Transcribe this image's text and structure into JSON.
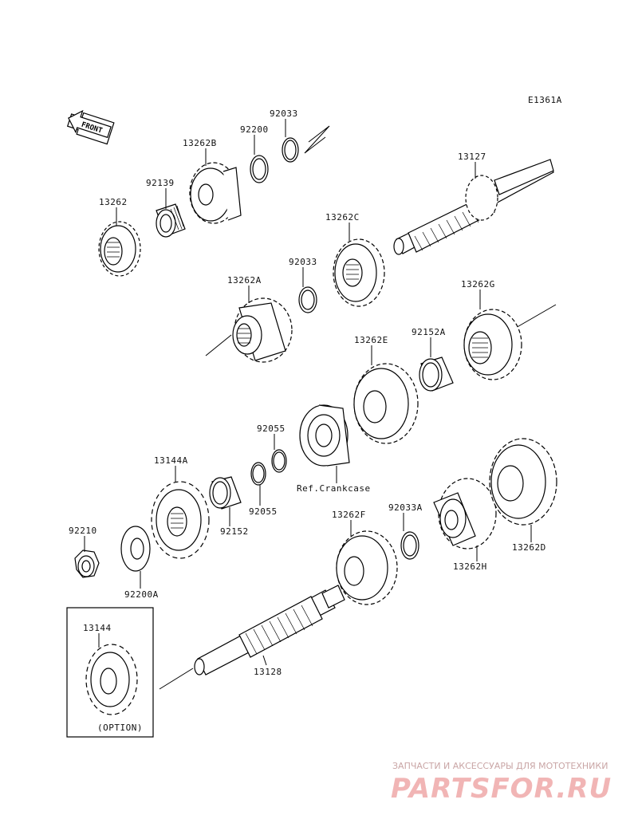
{
  "diagram_code": "E1361A",
  "front_label": "FRONT",
  "parts": {
    "p13262": "13262",
    "p92139": "92139",
    "p13262B": "13262B",
    "p92200": "92200",
    "p92033": "92033",
    "p13127": "13127",
    "p13262C": "13262C",
    "p92033b": "92033",
    "p13262A": "13262A",
    "p13262G": "13262G",
    "p92152A": "92152A",
    "p13262E": "13262E",
    "p92055a": "92055",
    "p92055b": "92055",
    "p13144A": "13144A",
    "p92152": "92152",
    "p92210": "92210",
    "p92200A": "92200A",
    "p13262F": "13262F",
    "p92033A": "92033A",
    "p13262H": "13262H",
    "p13262D": "13262D",
    "p13128": "13128",
    "p13144": "13144"
  },
  "ref_crankcase": "Ref.Crankcase",
  "option_label": "(OPTION)",
  "watermark": {
    "tagline": "ЗАПЧАСТИ И АКСЕССУАРЫ ДЛЯ МОТОТЕХНИКИ",
    "brand": "PARTSFOR.RU"
  }
}
